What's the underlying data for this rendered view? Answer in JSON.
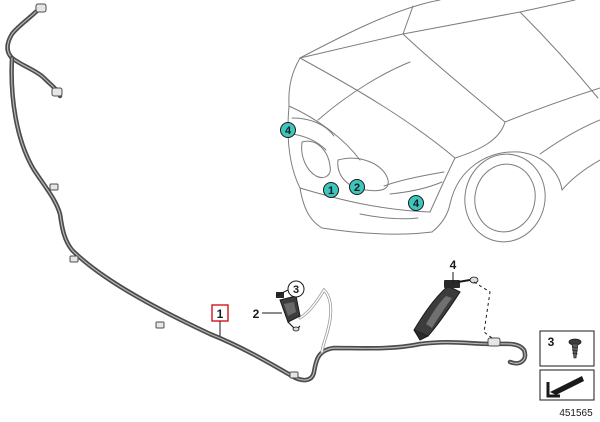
{
  "callouts": {
    "hose_line": "1",
    "nozzle_small": "2",
    "screw_small": "3",
    "nozzle_large": "4"
  },
  "car_badges": {
    "left_headlight": "4",
    "grille_left": "1",
    "grille_right": "2",
    "right_headlight": "4"
  },
  "legend": {
    "screw_index": "3"
  },
  "reference_number": "451565",
  "colors": {
    "badge_fill": "#3cc6be",
    "highlight_frame": "#d8232a",
    "hose": "#5a5a5a",
    "line_art": "#7d7d7d"
  }
}
